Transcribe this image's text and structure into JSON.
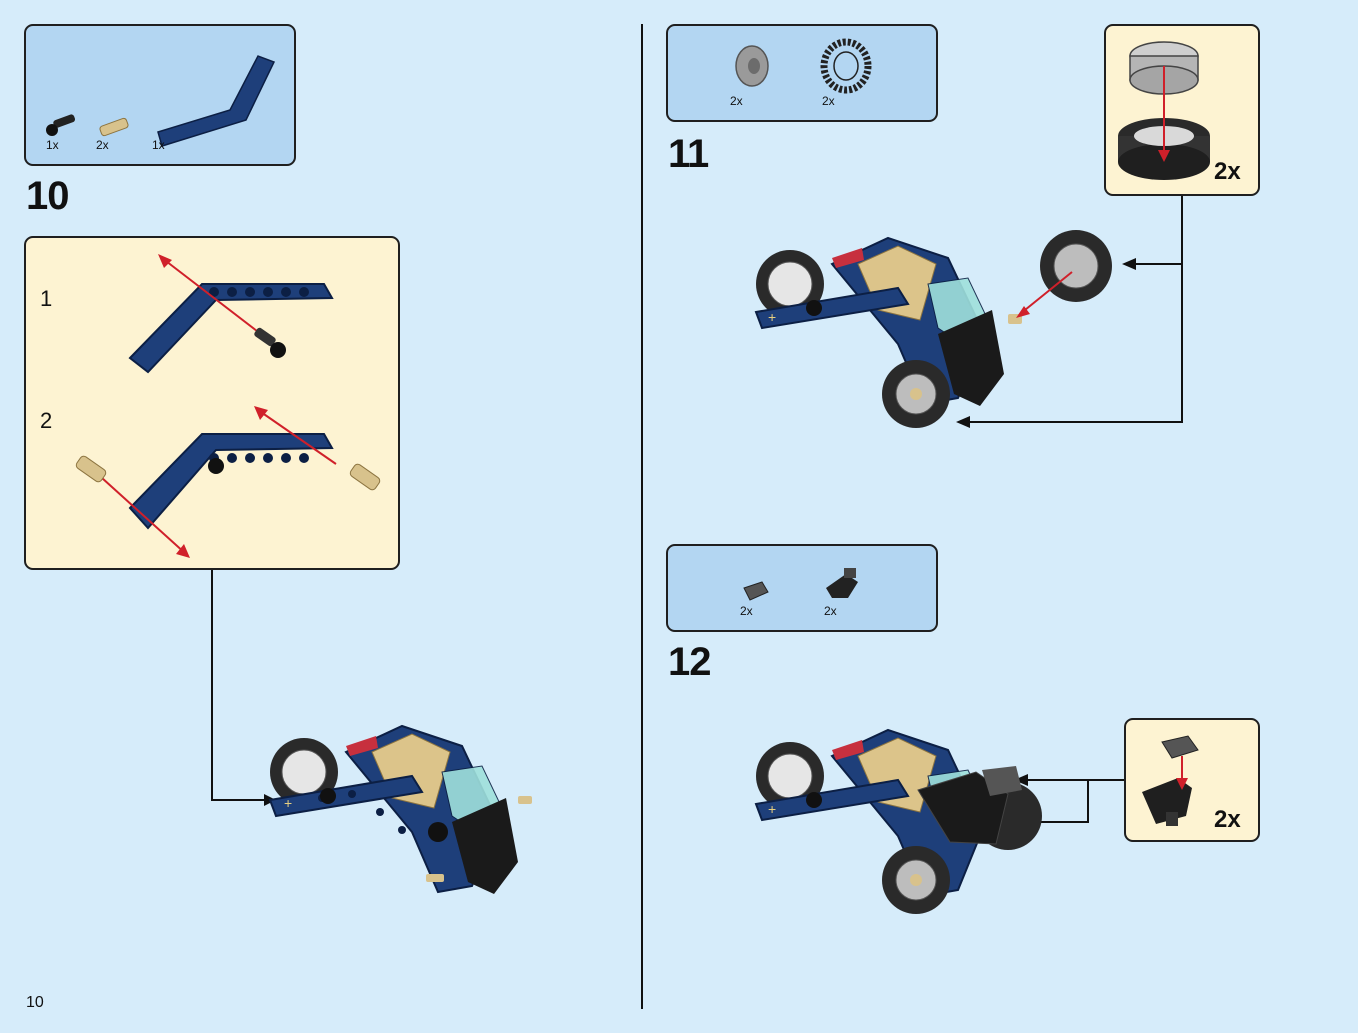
{
  "page_number": "10",
  "steps": [
    {
      "number": "10",
      "parts": [
        {
          "qty": "1x",
          "name": "black-pin"
        },
        {
          "qty": "2x",
          "name": "tan-axle-pin"
        },
        {
          "qty": "1x",
          "name": "blue-bent-beam"
        }
      ],
      "substeps": [
        {
          "number": "1"
        },
        {
          "number": "2"
        }
      ]
    },
    {
      "number": "11",
      "parts": [
        {
          "qty": "2x",
          "name": "gray-rim"
        },
        {
          "qty": "2x",
          "name": "black-tire"
        }
      ],
      "callout_multiplier": "2x"
    },
    {
      "number": "12",
      "parts": [
        {
          "qty": "2x",
          "name": "dark-gray-clip"
        },
        {
          "qty": "2x",
          "name": "black-bracket"
        }
      ],
      "callout_multiplier": "2x"
    }
  ],
  "colors": {
    "background": "#d6ecfa",
    "parts_box": "#b3d6f2",
    "subassembly_box": "#fdf3d2",
    "arrow_red": "#d0202a",
    "beam_blue": "#1e3f7a"
  }
}
